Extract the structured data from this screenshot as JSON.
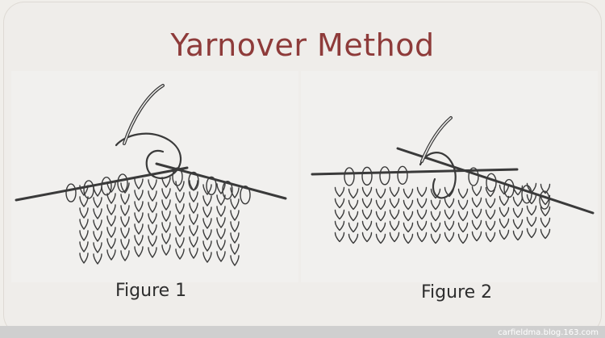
{
  "title": "Yarnover Method",
  "figures": [
    {
      "caption": "Figure 1"
    },
    {
      "caption": "Figure 2"
    }
  ],
  "watermark": "carfieldma.blog.163.com",
  "colors": {
    "title": "#8e3b3a",
    "background": "#efedea",
    "ink": "#3a3a3a"
  }
}
